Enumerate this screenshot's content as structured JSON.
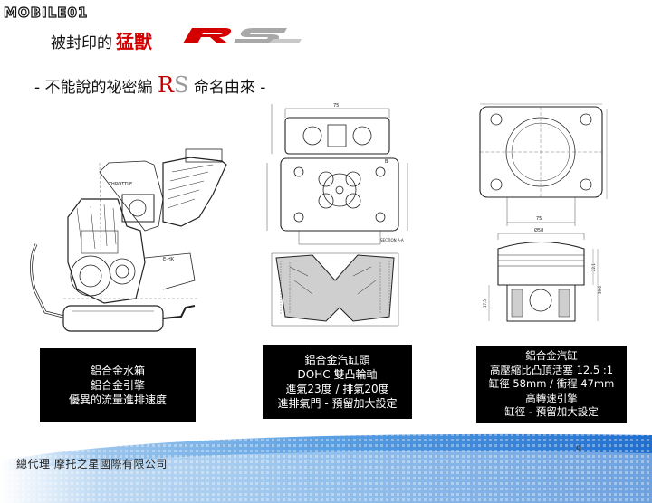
{
  "brand": {
    "logo_text": "MOBILE01"
  },
  "title": {
    "prefix": "被封印的",
    "highlight": "猛獸"
  },
  "heading": {
    "lead": "- 不能說的祕密編 ",
    "r": "R",
    "s": "S",
    "trail": " 命名由來 -"
  },
  "drawings": {
    "engine": {
      "label_throttle": "THROTTLE",
      "label_ehk": "E-HK"
    },
    "cylinder_head": {
      "dim_top": "75",
      "label_b": "B",
      "label_section": "SECTION A-A"
    },
    "cylinder": {
      "dim_width": "75",
      "dim_bore": "Ø58",
      "dim_h1": "22.1",
      "dim_h2": "39.6",
      "dim_h3": "17.5"
    }
  },
  "boxes": [
    {
      "lines": [
        "鋁合金水箱",
        "鋁合金引擎",
        "優異的流量進排速度"
      ]
    },
    {
      "lines": [
        "鋁合金汽缸頭",
        "DOHC 雙凸輪軸",
        "進氣23度 / 排氣20度",
        "進排氣門 - 預留加大設定"
      ]
    },
    {
      "lines": [
        "鋁合金汽缸",
        "高壓縮比凸頂活塞 12.5 :1",
        "缸徑 58mm / 衝程 47mm",
        "高轉速引擎",
        "缸徑 - 預留加大設定"
      ]
    }
  ],
  "footer": {
    "text": "總代理 摩托之星國際有限公司",
    "page": "9"
  },
  "colors": {
    "accent": "#d40000",
    "footer_blue": "#1f6fd1"
  }
}
